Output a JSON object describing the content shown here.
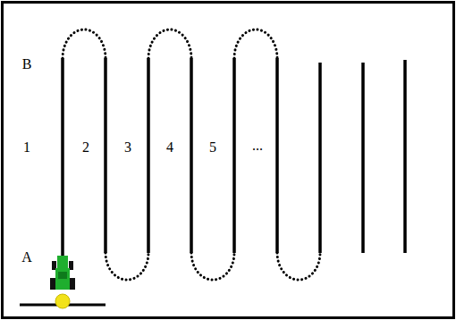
{
  "diagram": {
    "labels": [
      "B",
      "1",
      "2",
      "3",
      "4",
      "5",
      "...",
      "A"
    ]
  }
}
